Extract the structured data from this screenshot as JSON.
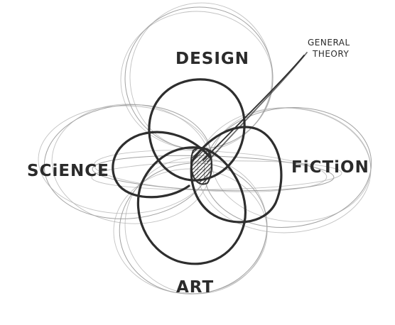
{
  "labels": {
    "design": "DESIGN",
    "science": "SCiENCE",
    "fiction": "FiCTiON",
    "art": "ART",
    "general_line1": "GENERAL",
    "general_line2": "THEORY"
  },
  "colors": {
    "ink": "#2e2e2e",
    "pencil": "#8a8a8a",
    "background": "#ffffff"
  }
}
